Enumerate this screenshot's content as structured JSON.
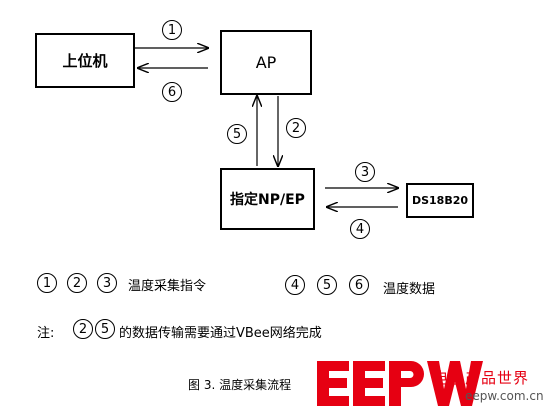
{
  "boxes": {
    "host": "上位机",
    "ap": "AP",
    "np_ep": "指定NP/EP",
    "sensor": "DS18B20"
  },
  "steps": [
    "1",
    "2",
    "3",
    "4",
    "5",
    "6"
  ],
  "legend": {
    "collect_cmd": "温度采集指令",
    "temp_data": "温度数据"
  },
  "note": {
    "prefix": "注:",
    "text": "的数据传输需要通过VBee网络完成"
  },
  "caption": "图 3. 温度采集流程",
  "watermark": {
    "logo": "EEPW",
    "tagline": "电子产品世界",
    "url": "eepw.com.cn"
  }
}
